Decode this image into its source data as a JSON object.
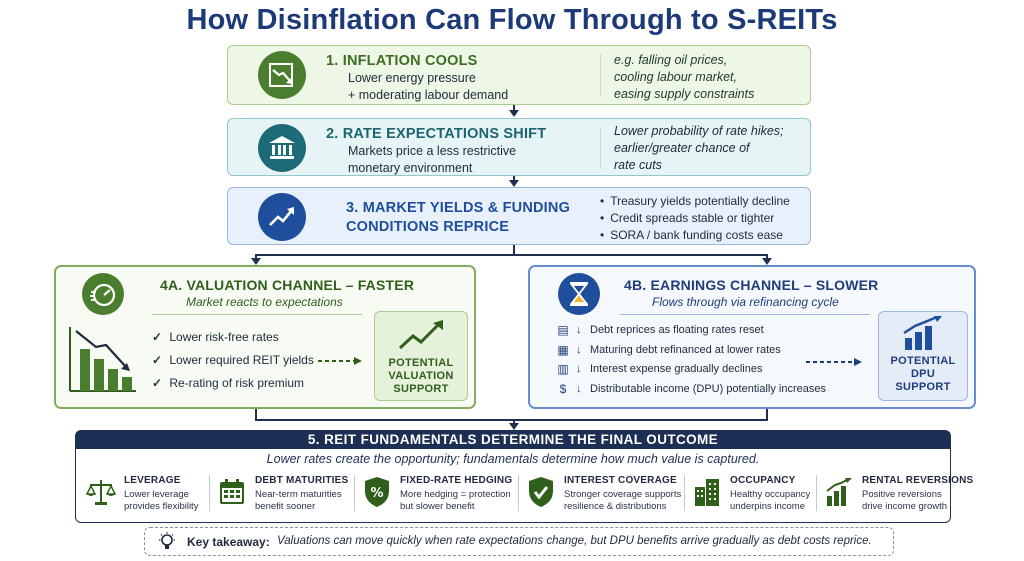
{
  "title": "How Disinflation Can Flow Through to S-REITs",
  "colors": {
    "green": "#4b7d2f",
    "teal": "#1e6b78",
    "blue": "#1f4e9c",
    "navy": "#1d2f55"
  },
  "steps": [
    {
      "title": "1.  INFLATION COOLS",
      "sub": [
        "Lower energy pressure",
        "+ moderating labour demand"
      ],
      "note": [
        "e.g. falling oil prices,",
        "cooling labour market,",
        "easing supply constraints"
      ],
      "icon": "falling-chart-icon"
    },
    {
      "title": "2.  RATE EXPECTATIONS SHIFT",
      "sub": [
        "Markets price a less restrictive",
        "monetary environment"
      ],
      "note": [
        "Lower probability of rate hikes;",
        "earlier/greater chance of",
        "rate cuts"
      ],
      "icon": "bank-building-icon"
    },
    {
      "title": "3.  MARKET YIELDS & FUNDING",
      "title2": "CONDITIONS REPRICE",
      "bullets": [
        "Treasury yields potentially decline",
        "Credit spreads stable or tighter",
        "SORA / bank funding costs ease"
      ],
      "icon": "rising-trend-icon"
    }
  ],
  "channel_a": {
    "title": "4A. VALUATION CHANNEL – FASTER",
    "subtitle": "Market reacts to expectations",
    "items": [
      "Lower risk-free rates",
      "Lower required REIT yields",
      "Re-rating of risk premium"
    ],
    "support": [
      "POTENTIAL",
      "VALUATION",
      "SUPPORT"
    ]
  },
  "channel_b": {
    "title": "4B. EARNINGS CHANNEL – SLOWER",
    "subtitle": "Flows through via refinancing cycle",
    "items": [
      "Debt reprices as floating rates reset",
      "Maturing debt refinanced at lower rates",
      "Interest expense gradually declines",
      "Distributable income (DPU) potentially increases"
    ],
    "support": [
      "POTENTIAL",
      "DPU",
      "SUPPORT"
    ]
  },
  "fundamentals": {
    "title": "5.  REIT FUNDAMENTALS DETERMINE THE FINAL OUTCOME",
    "subtitle": "Lower rates create the opportunity; fundamentals determine how much value is captured.",
    "cards": [
      {
        "title": "LEVERAGE",
        "desc": [
          "Lower leverage",
          "provides flexibility"
        ],
        "icon": "scales-icon"
      },
      {
        "title": "DEBT MATURITIES",
        "desc": [
          "Near-term maturities",
          "benefit sooner"
        ],
        "icon": "calendar-icon"
      },
      {
        "title": "FIXED-RATE HEDGING",
        "desc": [
          "More hedging = protection",
          "but slower benefit"
        ],
        "icon": "percent-shield-icon"
      },
      {
        "title": "INTEREST COVERAGE",
        "desc": [
          "Stronger coverage supports",
          "resilience & distributions"
        ],
        "icon": "check-shield-icon"
      },
      {
        "title": "OCCUPANCY",
        "desc": [
          "Healthy occupancy",
          "underpins income"
        ],
        "icon": "buildings-icon"
      },
      {
        "title": "RENTAL REVERSIONS",
        "desc": [
          "Positive reversions",
          "drive income growth"
        ],
        "icon": "growth-bars-icon"
      }
    ]
  },
  "takeaway": {
    "label": "Key takeaway:",
    "text": "Valuations can move quickly when rate expectations change, but DPU benefits arrive gradually as debt costs reprice."
  }
}
